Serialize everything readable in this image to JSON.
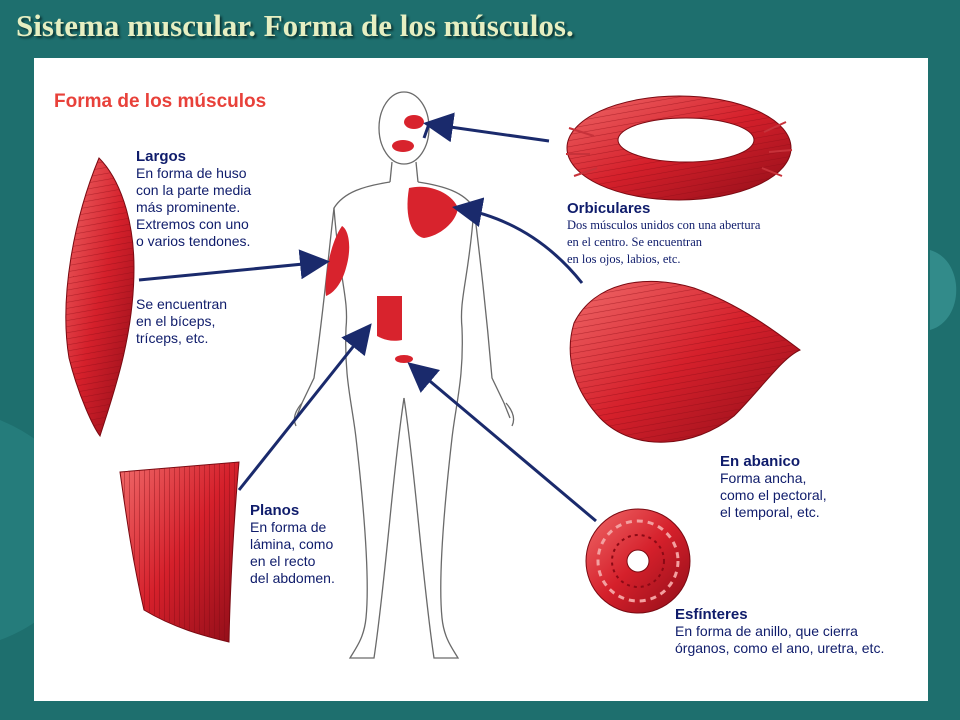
{
  "slide": {
    "title": "Sistema muscular. Forma de los músculos.",
    "colors": {
      "background": "#1e6f6e",
      "title": "#e6efc2",
      "label": "#0f1c6b",
      "heading": "#e8413a",
      "muscle": "#d8232d"
    }
  },
  "diagram": {
    "heading": "Forma de los músculos",
    "largos": {
      "title": "Largos",
      "lines": [
        "En forma de huso",
        "con la parte media",
        "más prominente.",
        "Extremos con uno",
        "o varios tendones."
      ],
      "location_lines": [
        "Se encuentran",
        "en el bíceps,",
        "tríceps, etc."
      ]
    },
    "orbiculares": {
      "title": "Orbiculares",
      "lines": [
        "Dos músculos unidos con una abertura",
        "en el centro. Se encuentran",
        "en los ojos, labios, etc."
      ]
    },
    "abanico": {
      "title": "En abanico",
      "lines": [
        "Forma ancha,",
        "como el pectoral,",
        "el temporal, etc."
      ]
    },
    "planos": {
      "title": "Planos",
      "lines": [
        "En forma de",
        "lámina, como",
        "en el recto",
        "del abdomen."
      ]
    },
    "esfinteres": {
      "title": "Esfínteres",
      "lines": [
        "En forma de anillo, que cierra",
        "órganos, como el ano, uretra, etc."
      ]
    }
  }
}
